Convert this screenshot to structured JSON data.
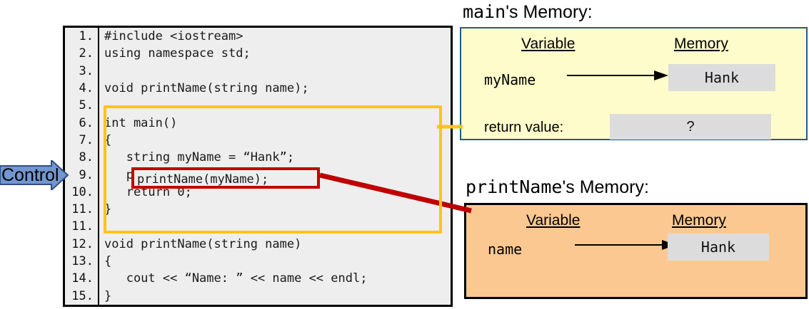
{
  "control": {
    "label": "Control",
    "fill_color": "#7296CF",
    "stroke_color": "#2F4F82"
  },
  "code_panel": {
    "background": "#eeeeee",
    "border_color": "#000000",
    "lines": [
      {
        "num": "1.",
        "text": "#include <iostream>"
      },
      {
        "num": "2.",
        "text": "using namespace std;"
      },
      {
        "num": "3.",
        "text": ""
      },
      {
        "num": "4.",
        "text": "void printName(string name);"
      },
      {
        "num": "5.",
        "text": ""
      },
      {
        "num": "6.",
        "text": "int main()"
      },
      {
        "num": "7.",
        "text": "{"
      },
      {
        "num": "8.",
        "text": "   string myName = “Hank”;"
      },
      {
        "num": "9.",
        "text": "   printName(myName);"
      },
      {
        "num": "10.",
        "text": "   return 0;"
      },
      {
        "num": "11.",
        "text": "}"
      },
      {
        "num": "11.",
        "text": ""
      },
      {
        "num": "12.",
        "text": "void printName(string name)"
      },
      {
        "num": "13.",
        "text": "{"
      },
      {
        "num": "14.",
        "text": "   cout << “Name: ” << name << endl;"
      },
      {
        "num": "15.",
        "text": "}"
      }
    ],
    "main_highlight_color": "#FFC515",
    "call_highlight_color": "#C00000",
    "call_highlight_text": "printName(myName);"
  },
  "main_memory": {
    "title_mono": "main",
    "title_rest": "'s Memory:",
    "panel_fill": "#FFFCCB",
    "panel_border": "#1F5C8B",
    "headers": {
      "variable": "Variable",
      "memory": "Memory"
    },
    "rows": [
      {
        "name": "myName",
        "value": "Hank",
        "has_arrow": true
      },
      {
        "name": "return value:",
        "value": "?",
        "has_arrow": false
      }
    ]
  },
  "printname_memory": {
    "title_mono": "printName",
    "title_rest": "'s Memory:",
    "panel_fill": "#FCC891",
    "panel_border": "#000000",
    "headers": {
      "variable": "Variable",
      "memory": "Memory"
    },
    "rows": [
      {
        "name": "name",
        "value": "Hank",
        "has_arrow": true
      }
    ]
  },
  "connectors": {
    "main_link_color": "#FFC515",
    "call_link_color": "#C00000"
  }
}
